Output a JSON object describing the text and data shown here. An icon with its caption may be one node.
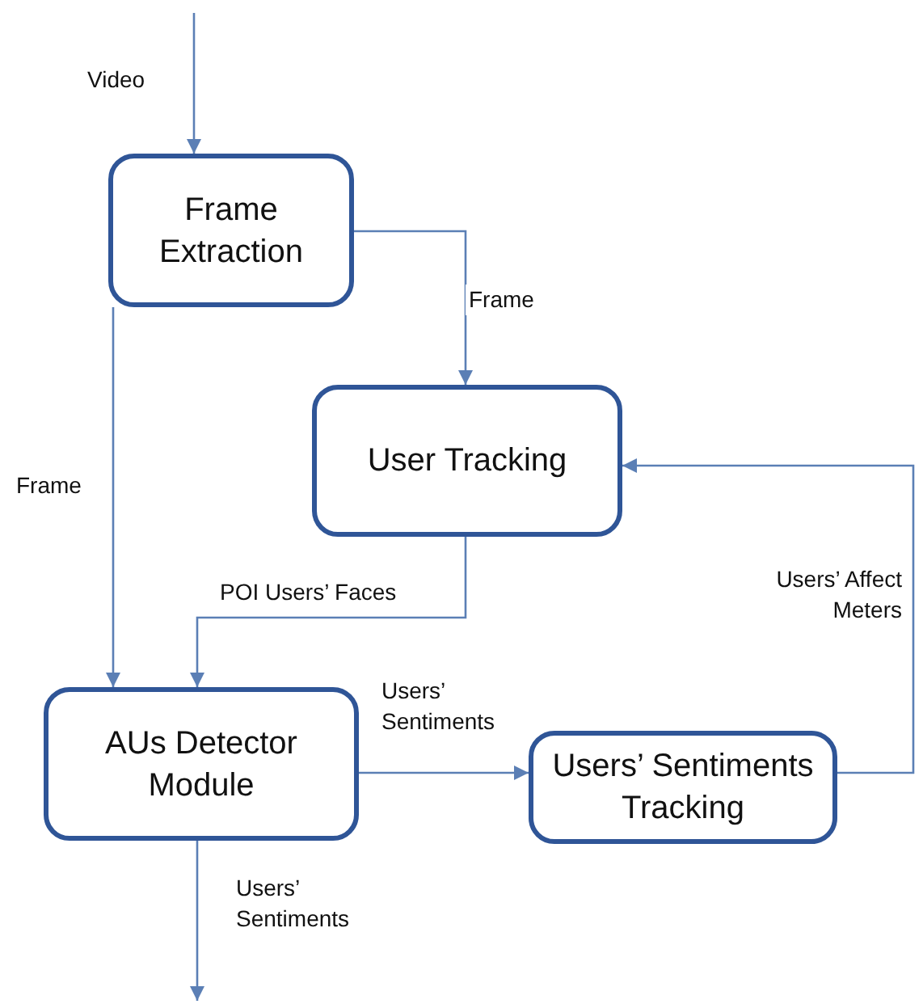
{
  "diagram": {
    "nodes": [
      {
        "text": [
          "Frame Extraction"
        ]
      },
      {
        "text": [
          "User Tracking"
        ]
      },
      {
        "text": [
          "AUs Detector Module"
        ]
      },
      {
        "text": [
          "Users’ Sentiments Tracking"
        ]
      }
    ],
    "edges": [
      {
        "from": null,
        "to": 0,
        "arrow": "to",
        "label": "Video"
      },
      {
        "from": 0,
        "to": 1,
        "arrow": "to",
        "label": "Frame"
      },
      {
        "from": 0,
        "to": 2,
        "arrow": "to",
        "label": "Frame"
      },
      {
        "from": 1,
        "to": 2,
        "arrow": "to",
        "label": "POI Users’ Faces"
      },
      {
        "from": 2,
        "to": 3,
        "arrow": "to",
        "label": "Users’ Sentiments"
      },
      {
        "from": 3,
        "to": 1,
        "arrow": "to",
        "label": "Users’ Affect Meters"
      },
      {
        "from": 2,
        "to": null,
        "arrow": "to",
        "label": "Users’ Sentiments"
      }
    ]
  }
}
